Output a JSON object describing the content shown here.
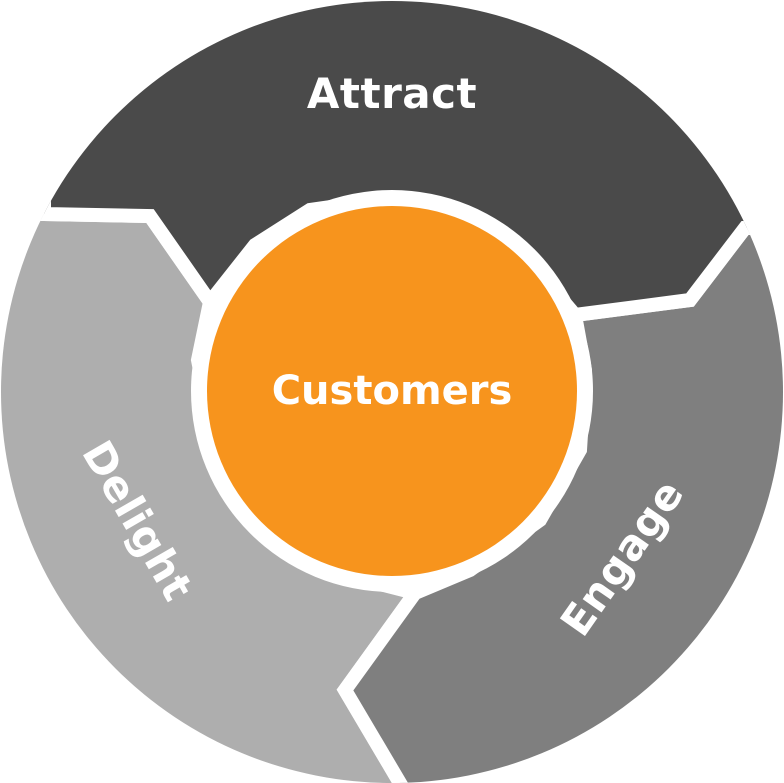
{
  "diagram": {
    "center": {
      "label": "Customers",
      "color": "#F7941D"
    },
    "segments": [
      {
        "id": "attract",
        "label": "Attract",
        "color": "#4A4A4A"
      },
      {
        "id": "engage",
        "label": "Engage",
        "color": "#7F7F7F"
      },
      {
        "id": "delight",
        "label": "Delight",
        "color": "#AEAEAE"
      }
    ],
    "gap_color": "#FFFFFF"
  }
}
